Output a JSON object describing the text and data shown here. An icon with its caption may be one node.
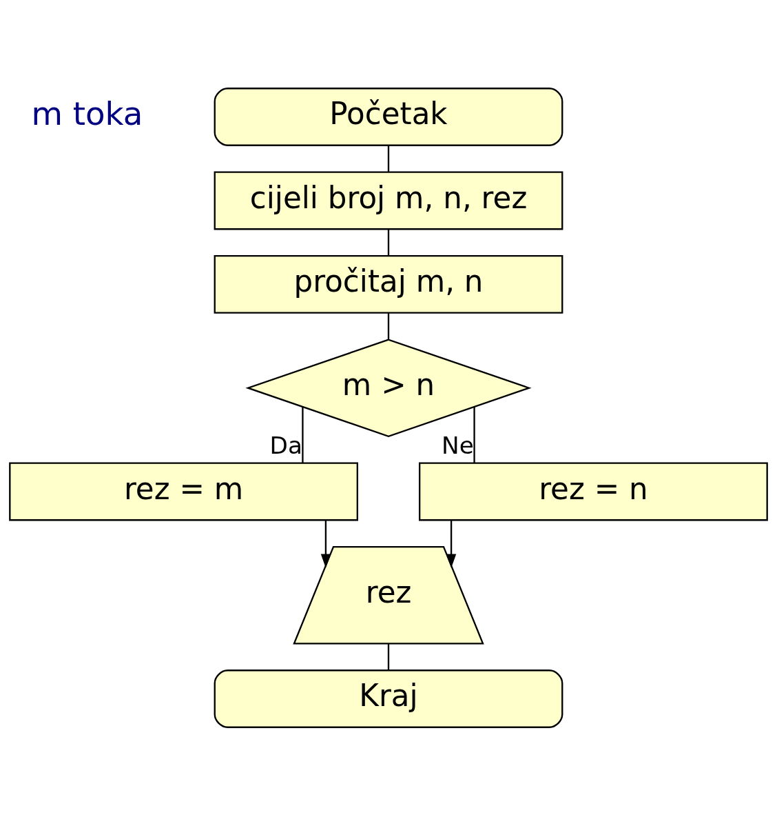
{
  "diagram": {
    "nodes": [
      {
        "text": [
          "Početak"
        ]
      },
      {
        "text": [
          "cijeli broj m, n, rez"
        ]
      },
      {
        "text": [
          "pročitaj m, n"
        ]
      },
      {
        "text": [
          "m > n"
        ]
      },
      {
        "text": [
          "rez = m"
        ]
      },
      {
        "text": [
          "rez = n"
        ]
      },
      {
        "text": [
          "rez"
        ]
      },
      {
        "text": [
          "Kraj"
        ]
      }
    ],
    "edges": [
      {
        "from": 0,
        "to": 1,
        "arrow": "none"
      },
      {
        "from": 1,
        "to": 2,
        "arrow": "none"
      },
      {
        "from": 2,
        "to": 3,
        "arrow": "none"
      },
      {
        "from": 3,
        "to": 4,
        "arrow": "none",
        "label": "Da"
      },
      {
        "from": 3,
        "to": 5,
        "arrow": "none",
        "label": "Ne"
      },
      {
        "from": 4,
        "to": 6,
        "arrow": "to"
      },
      {
        "from": 5,
        "to": 6,
        "arrow": "to"
      },
      {
        "from": 6,
        "to": 7,
        "arrow": "none"
      }
    ],
    "labels": [
      "m toka"
    ]
  }
}
